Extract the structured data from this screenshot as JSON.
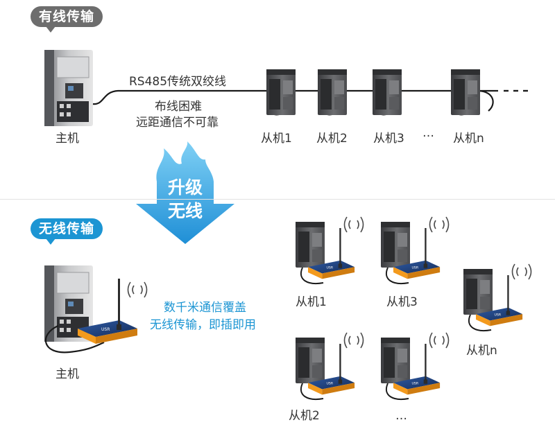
{
  "wired": {
    "badge": "有线传输",
    "cable_label": "RS485传统双绞线",
    "note_line1": "布线困难",
    "note_line2": "远距通信不可靠",
    "host_label": "主机",
    "slave_labels": [
      "从机1",
      "从机2",
      "从机3",
      "…",
      "从机n"
    ]
  },
  "upgrade": {
    "line1": "升级",
    "line2": "无线"
  },
  "wireless": {
    "badge": "无线传输",
    "note_line1": "数千米通信覆盖",
    "note_line2": "无线传输，即插即用",
    "host_label": "主机",
    "slave_labels": [
      "从机1",
      "从机3",
      "从机n",
      "从机2",
      "…"
    ]
  },
  "colors": {
    "accent_blue": "#1c95d3",
    "badge_gray": "#6d6d6d",
    "device_orange": "#f39a1d",
    "modem_navy": "#1d3a6e"
  }
}
